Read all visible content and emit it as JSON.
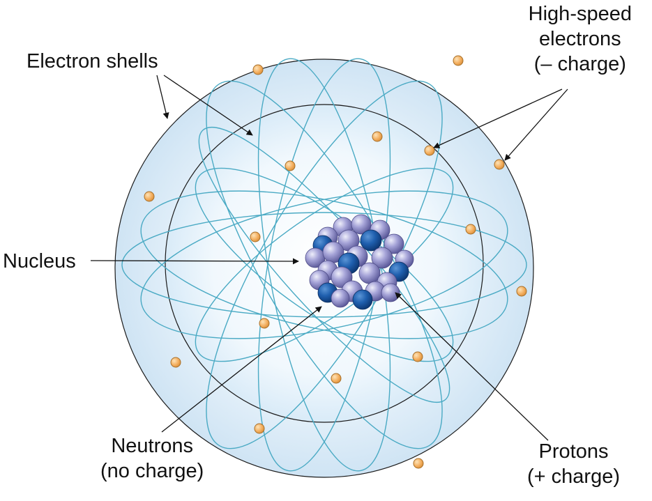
{
  "labels": {
    "electron_shells": "Electron shells",
    "electrons_line1": "High-speed",
    "electrons_line2": "electrons",
    "electrons_line3": "(– charge)",
    "nucleus": "Nucleus",
    "neutrons_line1": "Neutrons",
    "neutrons_line2": "(no charge)",
    "protons_line1": "Protons",
    "protons_line2": "(+ charge)"
  },
  "colors": {
    "outer_shell_fill": "#d2e6f5",
    "inner_shell_fill": "#e3f0fa",
    "shell_stroke": "#1a1a1a",
    "orbit_stroke": "#4aaac4",
    "electron_fill": "#f3b262",
    "electron_stroke": "#a8702a",
    "proton_color": "#9d9bd2",
    "neutron_color": "#1f5fae",
    "arrow_color": "#111111"
  }
}
